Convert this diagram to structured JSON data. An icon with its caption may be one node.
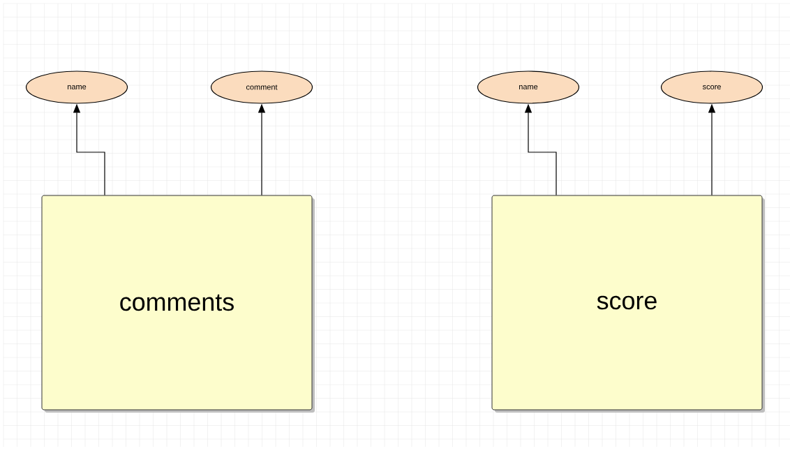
{
  "diagram": {
    "nodes": [
      {
        "text": [
          "name"
        ]
      },
      {
        "text": [
          "comment"
        ]
      },
      {
        "text": [
          "name"
        ]
      },
      {
        "text": [
          "score"
        ]
      },
      {
        "text": [
          "comments"
        ]
      },
      {
        "text": [
          "score"
        ]
      }
    ],
    "edges": [
      {
        "from": 4,
        "to": 0,
        "arrow": "to"
      },
      {
        "from": 4,
        "to": 1,
        "arrow": "to"
      },
      {
        "from": 5,
        "to": 2,
        "arrow": "to"
      },
      {
        "from": 5,
        "to": 3,
        "arrow": "to"
      }
    ]
  }
}
